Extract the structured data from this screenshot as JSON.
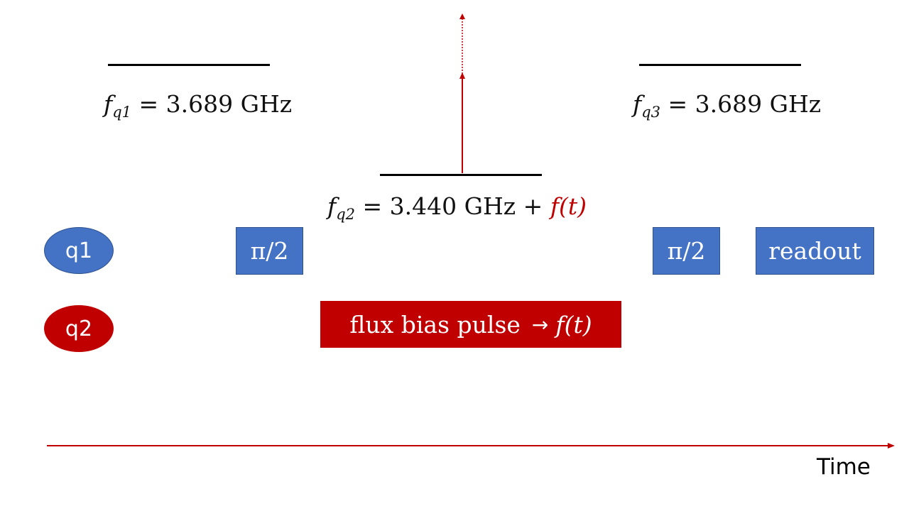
{
  "levels": {
    "q1": {
      "symbol": "f",
      "subscript": "q1",
      "value": "= 3.689 GHz"
    },
    "q2": {
      "symbol": "f",
      "subscript": "q2",
      "value": "= 3.440 GHz +",
      "modulation": "f(t)"
    },
    "q3": {
      "symbol": "f",
      "subscript": "q3",
      "value": "= 3.689 GHz"
    }
  },
  "qubits": {
    "q1": {
      "label": "q1",
      "color": "#4472c4"
    },
    "q2": {
      "label": "q2",
      "color": "#c00000"
    }
  },
  "pulses": {
    "pi_half_1": "π/2",
    "pi_half_2": "π/2",
    "readout": "readout",
    "flux_prefix": "flux bias pulse",
    "flux_arrow": "→",
    "flux_func": "f(t)"
  },
  "axis": {
    "label": "Time",
    "color": "#c00000"
  }
}
